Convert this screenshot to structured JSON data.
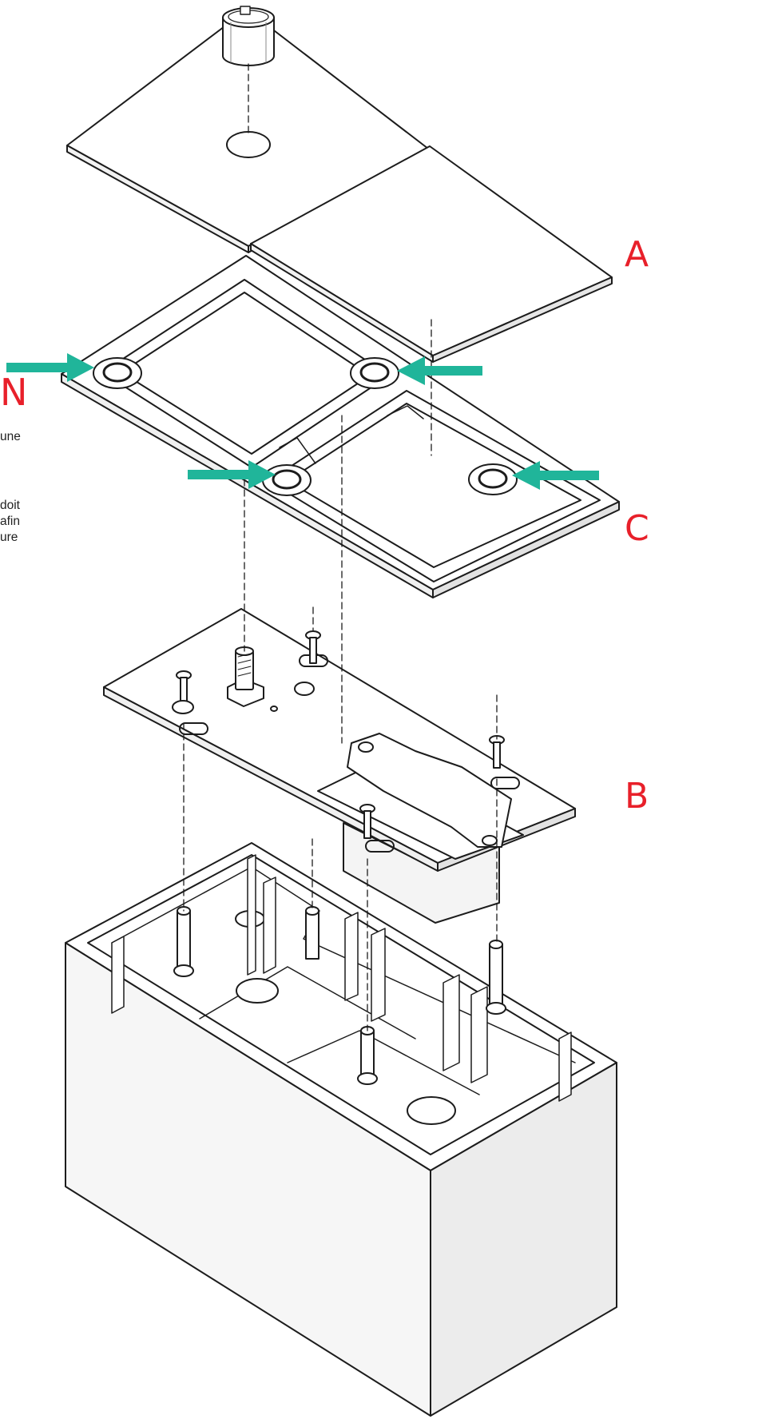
{
  "labels": {
    "a": "A",
    "b": "B",
    "c": "C",
    "cutoff_glyph": "N"
  },
  "side_text": {
    "line1": "une",
    "line2": "doit",
    "line3": "afin",
    "line4": "ure"
  },
  "colors": {
    "label_red": "#e8202a",
    "arrow_teal": "#20b59a",
    "line": "#1c1c1c",
    "fill": "#ffffff"
  },
  "icons": {
    "arrow": "teal-arrow-icon"
  }
}
